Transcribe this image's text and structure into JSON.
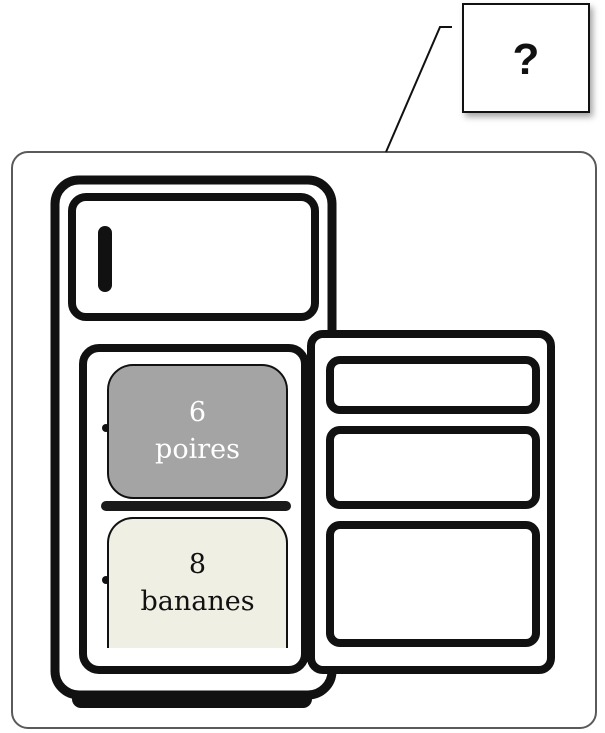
{
  "callout": {
    "label": "?"
  },
  "fridge": {
    "compartments": [
      {
        "quantity": "6",
        "item": "poires",
        "color": "#a4a4a4",
        "text_color": "#ffffff"
      },
      {
        "quantity": "8",
        "item": "bananes",
        "color": "#efefe4",
        "text_color": "#111111"
      }
    ]
  }
}
